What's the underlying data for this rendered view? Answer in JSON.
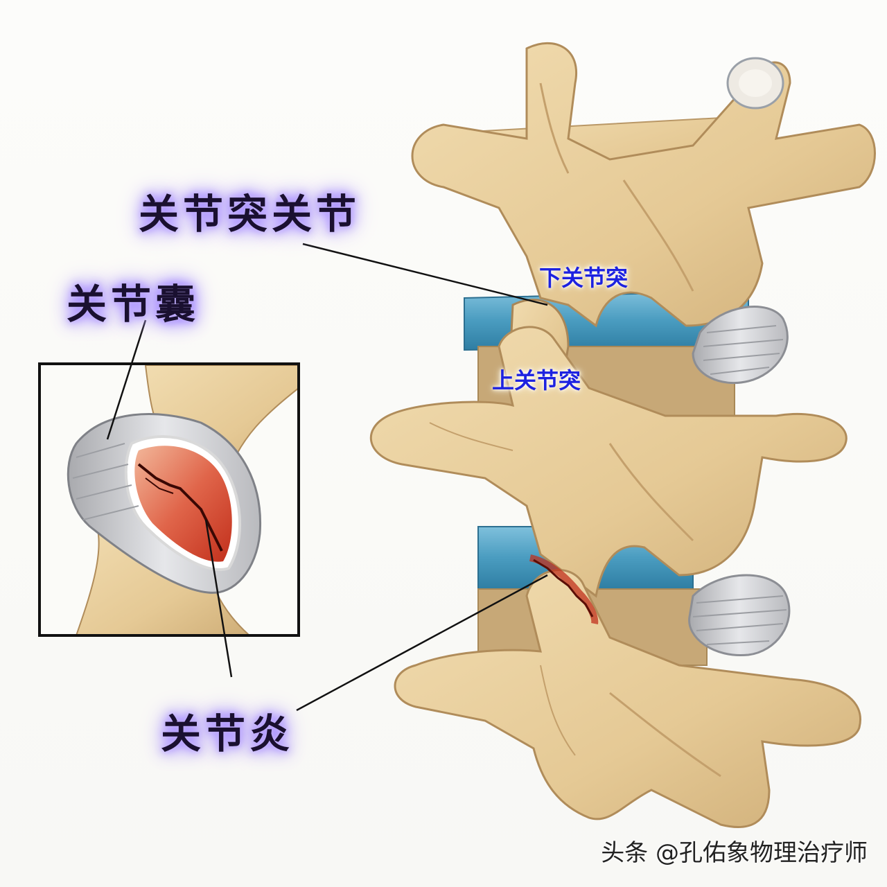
{
  "labels": {
    "facet_joint": "关节突关节",
    "joint_capsule": "关节囊",
    "arthritis": "关节炎",
    "inferior_process": "下关节突",
    "superior_process": "上关节突"
  },
  "watermark": "头条 @孔佑象物理治疗师",
  "colors": {
    "bone": "#e8cf9f",
    "bone_shadow": "#c9a872",
    "disc_blue": "#4a9cc0",
    "capsule_gray": "#c8c9cc",
    "inflamed_red": "#d9402a",
    "label_glow": "#a890ff",
    "process_label": "#1d22e0"
  }
}
